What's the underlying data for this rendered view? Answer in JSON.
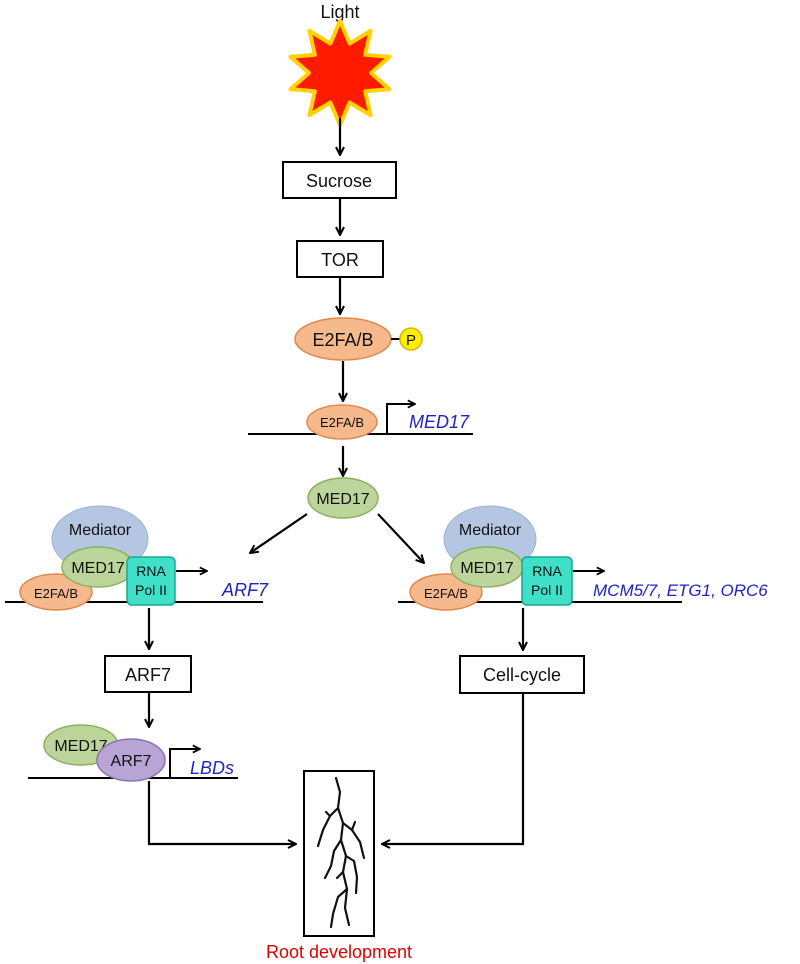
{
  "labels": {
    "light": "Light",
    "sucrose": "Sucrose",
    "tor": "TOR",
    "e2fa_b_phos": "E2FA/B",
    "phosphate": "P",
    "e2fa_b_small": "E2FA/B",
    "med17_gene": "MED17",
    "med17_protein": "MED17",
    "left_complex": {
      "mediator": "Mediator",
      "med17": "MED17",
      "e2fa_b": "E2FA/B",
      "rna_pol_1": "RNA",
      "rna_pol_2": "Pol II",
      "target_gene": "ARF7"
    },
    "right_complex": {
      "mediator": "Mediator",
      "med17": "MED17",
      "e2fa_b": "E2FA/B",
      "rna_pol_1": "RNA",
      "rna_pol_2": "Pol II",
      "target_genes": "MCM5/7, ETG1, ORC6"
    },
    "arf7_box": "ARF7",
    "cell_cycle": "Cell-cycle",
    "bottom_complex": {
      "med17": "MED17",
      "arf7": "ARF7",
      "target_gene": "LBDs"
    },
    "root_development": "Root development"
  },
  "colors": {
    "sun_core": "#ff1a00",
    "sun_rays": "#ffd200",
    "gene_text": "#1f24c8",
    "outcome_text": "#e00000"
  }
}
